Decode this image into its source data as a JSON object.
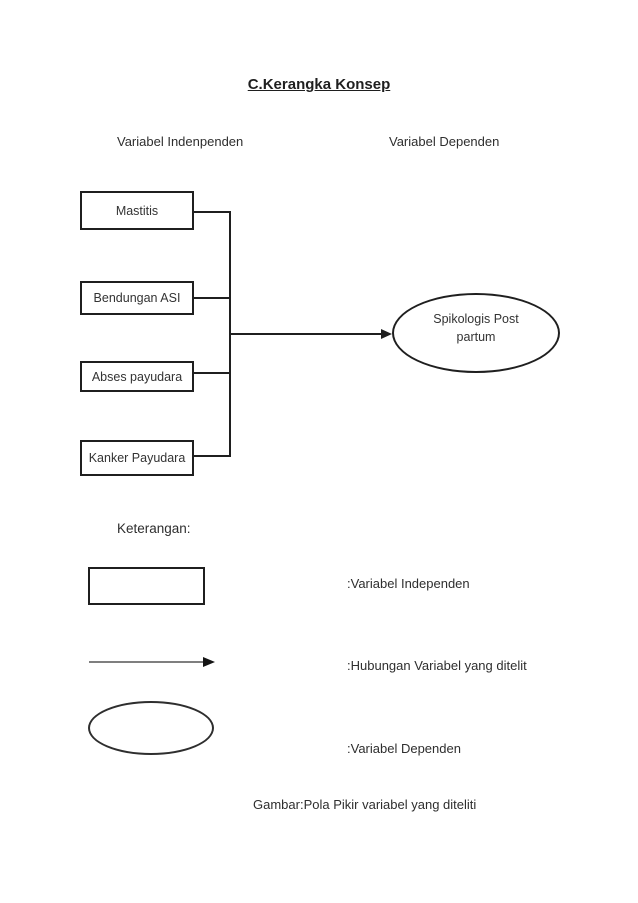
{
  "page": {
    "title": "C.Kerangka Konsep",
    "caption": "Gambar:Pola Pikir variabel yang diteliti",
    "background_color": "#ffffff",
    "text_color": "#262626",
    "line_color": "#1f1f1f",
    "legend_arrow_shaft_color": "#7f7f7f"
  },
  "headers": {
    "independent": "Variabel Indenpenden",
    "dependent": "Variabel Dependen"
  },
  "diagram": {
    "independent_boxes": [
      "Mastitis",
      "Bendungan ASI",
      "Abses payudara",
      "Kanker Payudara"
    ],
    "dependent_ellipse": {
      "line1": "Spikologis Post",
      "line2": "partum"
    }
  },
  "legend": {
    "heading": "Keterangan:",
    "items": [
      {
        "symbol": "rectangle-symbol",
        "label": ":Variabel Independen"
      },
      {
        "symbol": "arrow-symbol",
        "label": ":Hubungan Variabel yang ditelit"
      },
      {
        "symbol": "ellipse-symbol",
        "label": ":Variabel Dependen"
      }
    ]
  }
}
